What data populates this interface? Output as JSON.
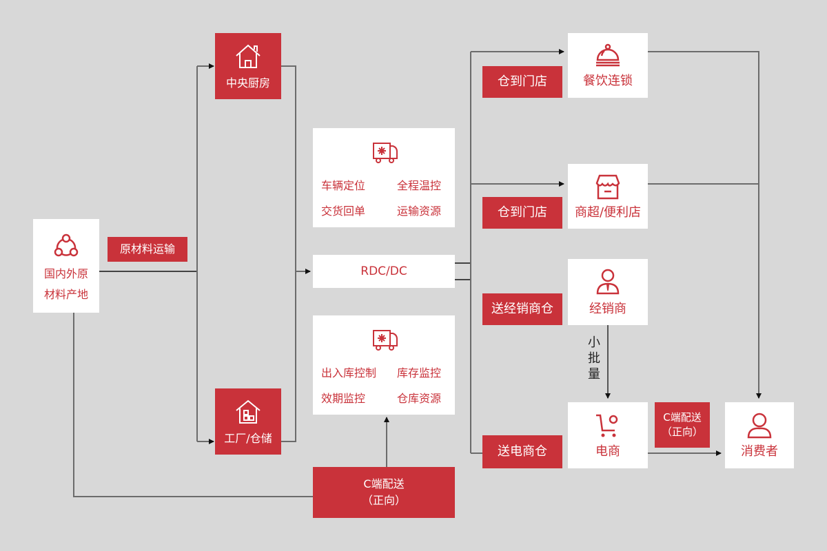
{
  "colors": {
    "accent": "#c9323a",
    "background": "#d8d8d8",
    "box": "#ffffff",
    "line": "#6b6b6b"
  },
  "source": {
    "icon": "network-icon",
    "line1": "国内外原",
    "line2": "材料产地"
  },
  "raw_transport_label": "原材料运输",
  "central_kitchen": {
    "icon": "house-icon",
    "label": "中央厨房"
  },
  "factory": {
    "icon": "warehouse-icon",
    "label": "工厂/仓储"
  },
  "transport_panel": {
    "icon": "refrigerated-truck-icon",
    "items": [
      "车辆定位",
      "全程温控",
      "交货回单",
      "运输资源"
    ]
  },
  "rdc": {
    "label": "RDC/DC"
  },
  "warehouse_panel": {
    "icon": "refrigerated-truck-icon",
    "items": [
      "出入库控制",
      "库存监控",
      "效期监控",
      "仓库资源"
    ]
  },
  "c_delivery_bottom": {
    "line1": "C端配送",
    "line2": "（正向）"
  },
  "routes": [
    {
      "label": "仓到门店",
      "target": "餐饮连锁",
      "icon": "food-cloche-icon"
    },
    {
      "label": "仓到门店",
      "target": "商超/便利店",
      "icon": "storefront-icon"
    },
    {
      "label": "送经销商仓",
      "target": "经销商",
      "icon": "businessman-icon"
    },
    {
      "label": "送电商仓",
      "target": "电商",
      "icon": "shopping-cart-icon"
    }
  ],
  "small_batch": [
    "小",
    "批",
    "量"
  ],
  "c_delivery_right": {
    "line1": "C端配送",
    "line2": "（正向）"
  },
  "consumer": {
    "icon": "user-icon",
    "label": "消费者"
  }
}
